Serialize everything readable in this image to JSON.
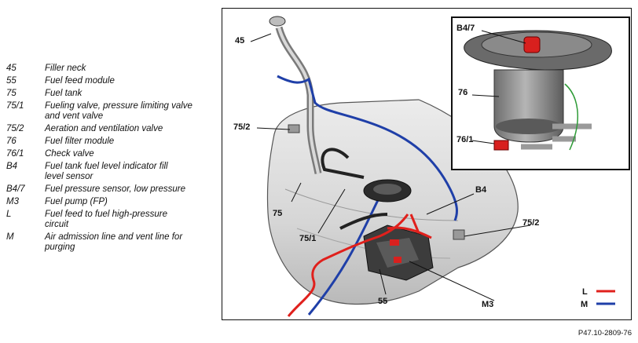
{
  "legend": [
    {
      "code": "45",
      "text": "Filler neck"
    },
    {
      "code": "55",
      "text": "Fuel feed module"
    },
    {
      "code": "75",
      "text": "Fuel tank"
    },
    {
      "code": "75/1",
      "text": "Fueling valve, pressure limiting valve and vent valve"
    },
    {
      "code": "75/2",
      "text": "Aeration and ventilation valve"
    },
    {
      "code": "76",
      "text": "Fuel filter module"
    },
    {
      "code": "76/1",
      "text": "Check valve"
    },
    {
      "code": "B4",
      "text": "Fuel tank fuel level indicator fill level sensor"
    },
    {
      "code": "B4/7",
      "text": "Fuel pressure sensor, low pressure"
    },
    {
      "code": "M3",
      "text": "Fuel pump (FP)"
    },
    {
      "code": "L",
      "text": "Fuel feed to fuel high-pressure circuit"
    },
    {
      "code": "M",
      "text": "Air admission line and vent line for purging"
    }
  ],
  "callouts": {
    "c45": "45",
    "c752a": "75/2",
    "c75": "75",
    "c751": "75/1",
    "c55": "55",
    "cB4": "B4",
    "c752b": "75/2",
    "cM3": "M3",
    "cB47": "B4/7",
    "c76": "76",
    "c761": "76/1"
  },
  "line_key": {
    "L": "L",
    "M": "M"
  },
  "colors": {
    "feed_line": "#e0201c",
    "vent_line": "#1f3fa8",
    "component_red": "#d8201e"
  },
  "figure_ref": "P47.10-2809-76"
}
